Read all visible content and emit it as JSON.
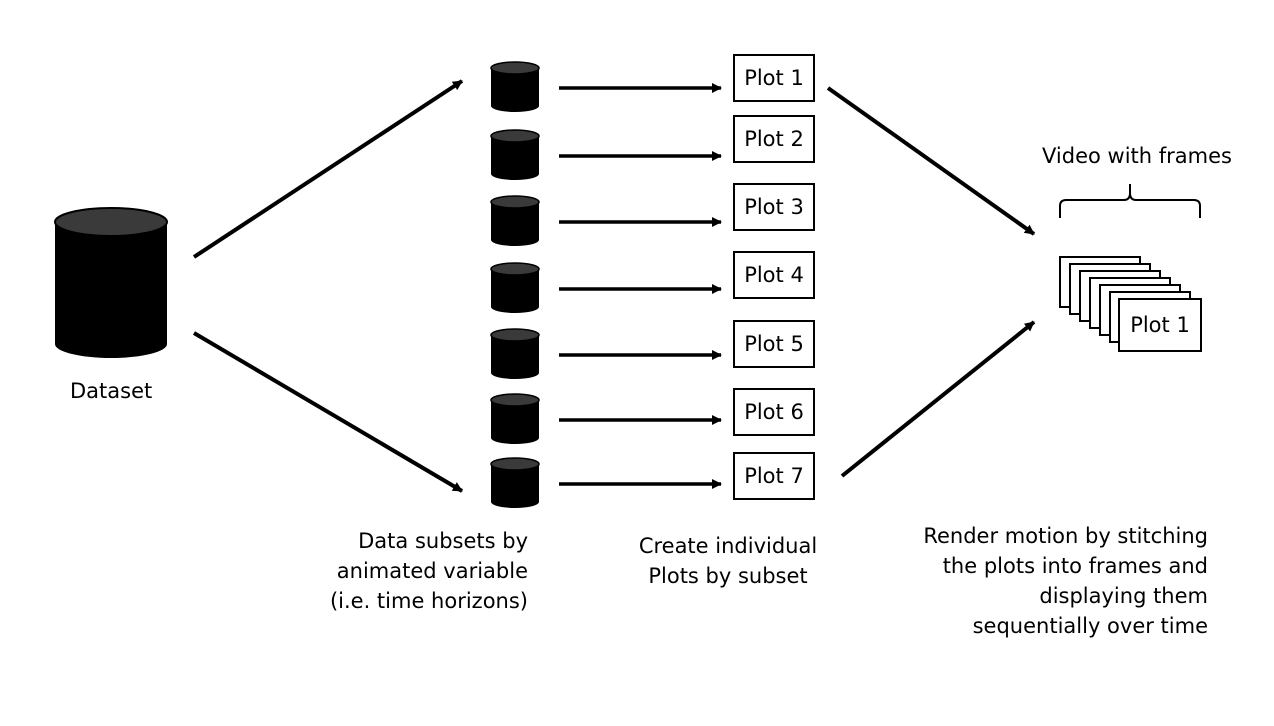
{
  "dataset_label": "Dataset",
  "plots": [
    "Plot 1",
    "Plot 2",
    "Plot 3",
    "Plot 4",
    "Plot 5",
    "Plot 6",
    "Plot 7"
  ],
  "subsets_caption": [
    "Data subsets by",
    "animated variable",
    "(i.e. time horizons)"
  ],
  "plots_caption": [
    "Create individual",
    "Plots by subset"
  ],
  "video_label": "Video with frames",
  "front_frame_label": "Plot 1",
  "render_caption": [
    "Render motion by stitching",
    "the plots into frames and",
    "displaying them",
    "sequentially over time"
  ],
  "colors": {
    "ink": "#000000",
    "cylinder_top": "#3a3a3a"
  }
}
